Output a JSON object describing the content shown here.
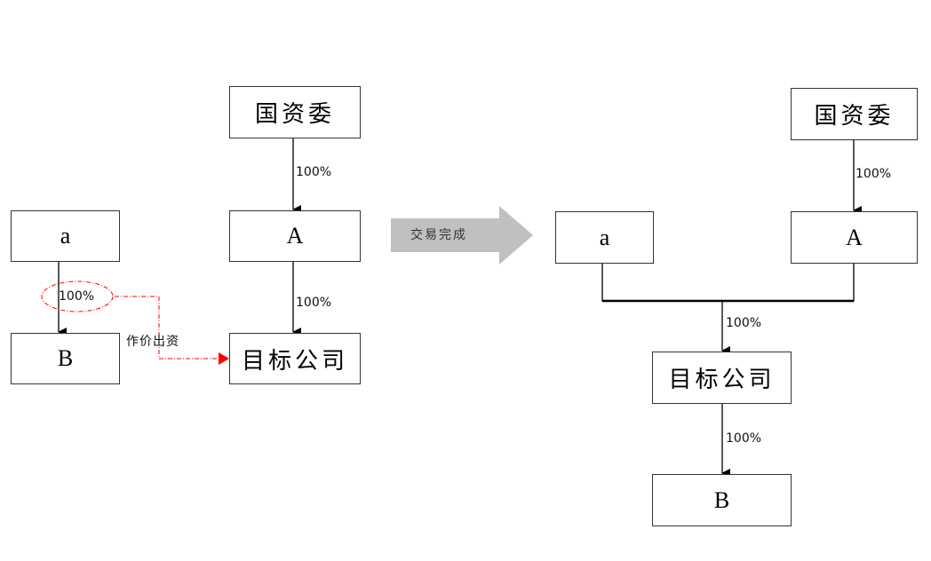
{
  "before": {
    "nodes": {
      "sasac": "国资委",
      "A": "A",
      "target": "目标公司",
      "a": "a",
      "B": "B"
    },
    "edges": {
      "sasac_to_A": "100%",
      "A_to_target": "100%",
      "a_to_B": "100%"
    },
    "contribution_label": "作价出资",
    "highlight_color": "#ff0000"
  },
  "transition": {
    "label": "交易完成",
    "color": "#c0c0c0"
  },
  "after": {
    "nodes": {
      "sasac": "国资委",
      "A": "A",
      "a": "a",
      "target": "目标公司",
      "B": "B"
    },
    "edges": {
      "sasac_to_A": "100%",
      "a_A_to_target": "100%",
      "target_to_B": "100%"
    }
  }
}
